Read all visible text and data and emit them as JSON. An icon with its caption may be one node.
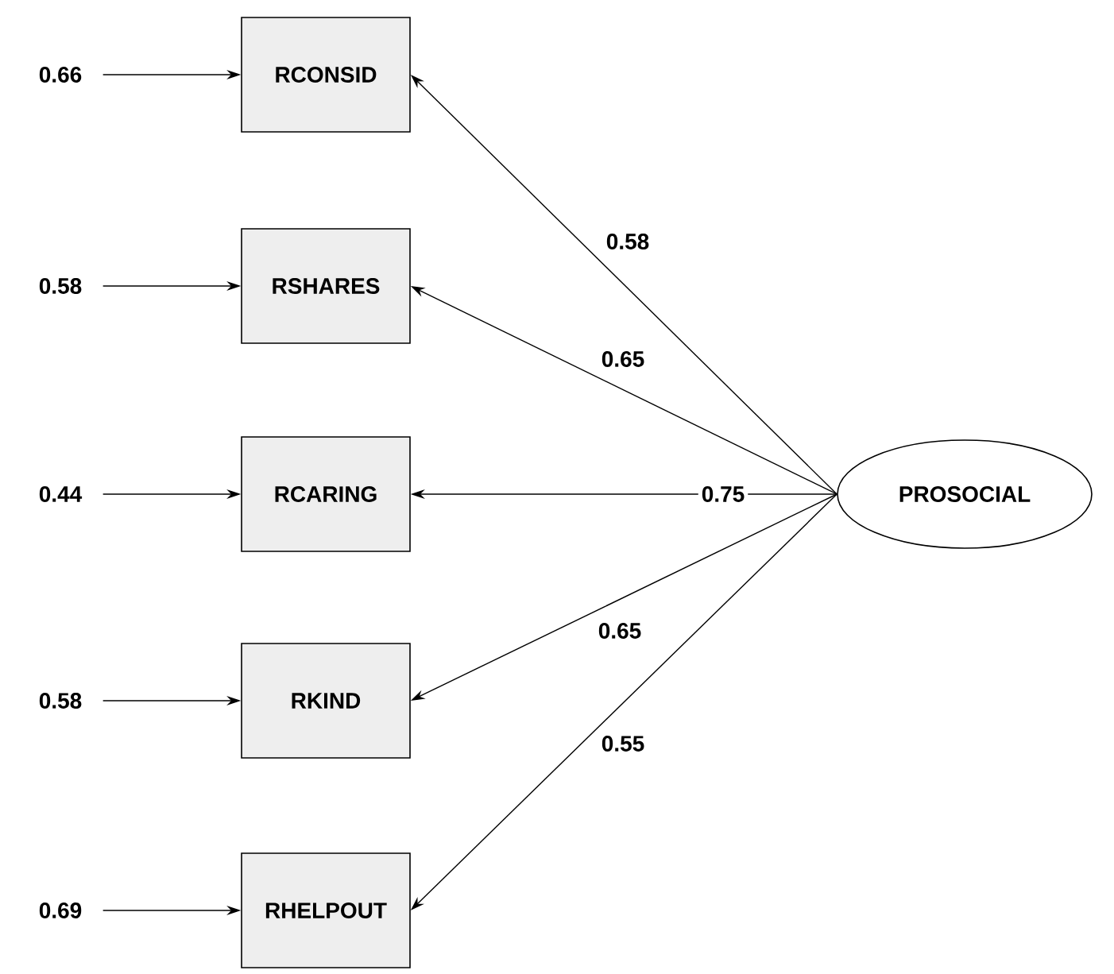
{
  "diagram": {
    "nodes": [
      {
        "text": [
          "RCONSID"
        ]
      },
      {
        "text": [
          "RSHARES"
        ]
      },
      {
        "text": [
          "RCARING"
        ]
      },
      {
        "text": [
          "RKIND"
        ]
      },
      {
        "text": [
          "RHELPOUT"
        ]
      },
      {
        "text": [
          "PROSOCIAL"
        ]
      },
      {
        "text": [
          "0.66"
        ]
      },
      {
        "text": [
          "0.58"
        ]
      },
      {
        "text": [
          "0.44"
        ]
      },
      {
        "text": [
          "0.58"
        ]
      },
      {
        "text": [
          "0.69"
        ]
      }
    ],
    "edges": [
      {
        "from": 6,
        "to": 0,
        "arrow": "to"
      },
      {
        "from": 7,
        "to": 1,
        "arrow": "to"
      },
      {
        "from": 8,
        "to": 2,
        "arrow": "to"
      },
      {
        "from": 9,
        "to": 3,
        "arrow": "to"
      },
      {
        "from": 10,
        "to": 4,
        "arrow": "to"
      },
      {
        "from": 5,
        "to": 0,
        "arrow": "to",
        "label": "0.58"
      },
      {
        "from": 5,
        "to": 1,
        "arrow": "to",
        "label": "0.65"
      },
      {
        "from": 5,
        "to": 2,
        "arrow": "to",
        "label": "0.75"
      },
      {
        "from": 5,
        "to": 3,
        "arrow": "to",
        "label": "0.65"
      },
      {
        "from": 5,
        "to": 4,
        "arrow": "to",
        "label": "0.55"
      }
    ]
  }
}
